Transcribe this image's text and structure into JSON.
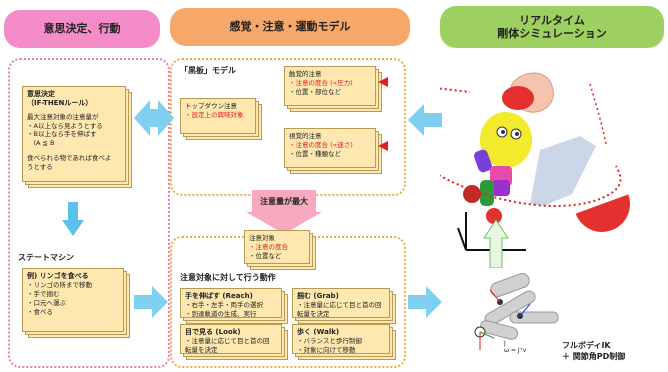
{
  "headers": {
    "left": "意思決定、行動",
    "middle": "感覚・注意・運動モデル",
    "right_line1": "リアルタイム",
    "right_line2": "剛体シミュレーション"
  },
  "decision": {
    "title1": "意思決定",
    "title2": "（IF-THENルール）",
    "lines": [
      "最大注意対象の注意量が",
      "・A以上なら見ようとする",
      "・B以上なら手を伸ばす",
      "　(A ≦ B",
      "",
      "食べられる物であれば食べよ",
      "うとする"
    ]
  },
  "state_machine": {
    "label": "ステートマシン",
    "title": "例) リンゴを食べる",
    "lines": [
      "・リンゴの所まで移動",
      "・手で掴む",
      "・口元へ運ぶ",
      "・食べる"
    ]
  },
  "blackboard": {
    "label": "「黒板」モデル",
    "topdown_title": "トップダウン注意",
    "topdown_line": "・設定上の興味対象",
    "tactile_title": "触覚的注意",
    "tactile_line1": "・注意の度合 (∝圧力)",
    "tactile_line2": "・位置・部位など",
    "visual_title": "視覚的注意",
    "visual_line1": "・注意の度合 (∝速さ)",
    "visual_line2": "・位置・種類など"
  },
  "max_attention": "注意量が最大",
  "target": {
    "title": "注意対象",
    "line1": "・注意の度合",
    "line2": "・位置など"
  },
  "actions": {
    "label": "注意対象に対して行う動作",
    "reach_title": "手を伸ばす (Reach)",
    "reach_lines": [
      "・右手・左手・両手の選択",
      "・到達軌道の生成、実行"
    ],
    "grab_title": "掴む (Grab)",
    "grab_lines": [
      "・注意量に応じて目と首の回",
      "転量を決定"
    ],
    "look_title": "目で見る (Look)",
    "look_lines": [
      "・注意量に応じて目と首の回",
      "転量を決定"
    ],
    "walk_title": "歩く (Walk)",
    "walk_lines": [
      "・バランスと歩行制御",
      "・対象に向けて移動"
    ]
  },
  "ik": {
    "eq1": "J",
    "eq2": "ω = J⁺v",
    "line1": "フルボディIK",
    "line2": "＋ 関節角PD制御"
  },
  "colors": {
    "pink": "#f48cc8",
    "orange": "#f6a86a",
    "green": "#9dd060",
    "note_fill": "#ffe8b0",
    "arrow_blue": "#5bc0eb",
    "red": "#e02020"
  }
}
